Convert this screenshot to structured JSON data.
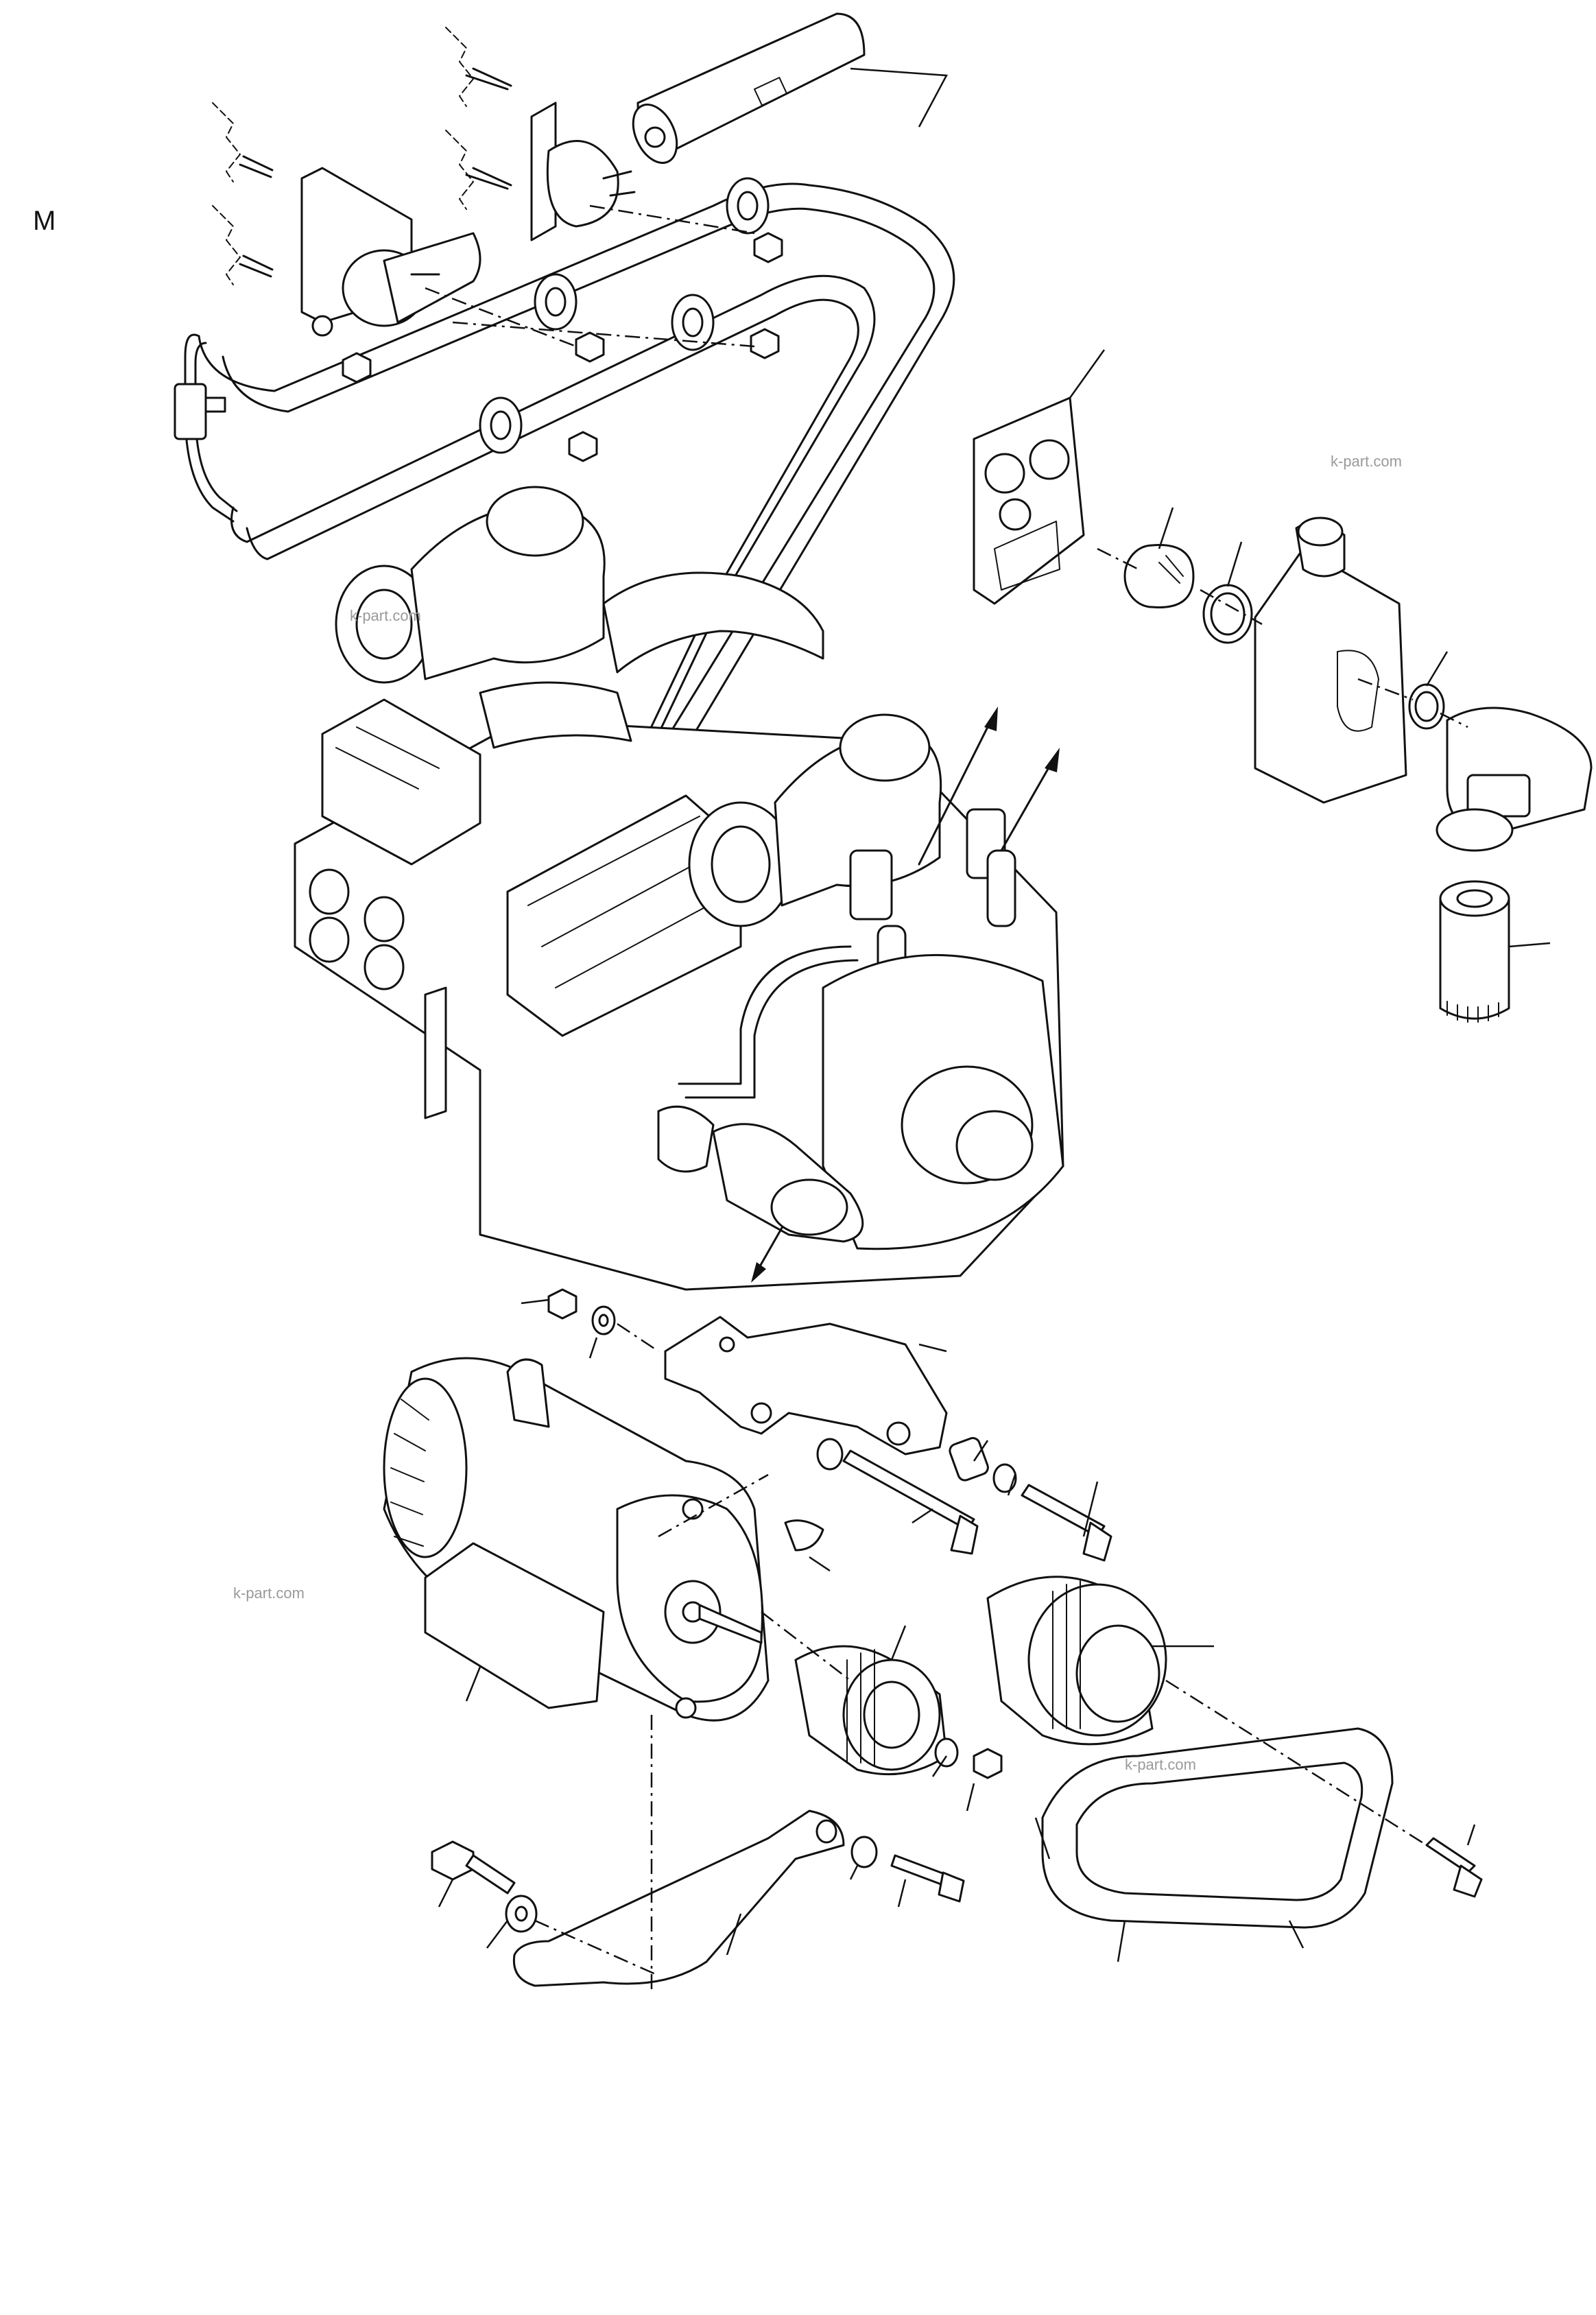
{
  "page": {
    "corner_letter": "M",
    "watermarks": [
      "k-part.com",
      "k-part.com",
      "k-part.com",
      "k-part.com"
    ]
  },
  "diagram": {
    "kind": "exploded parts view",
    "callout_labels_printed": false,
    "groups": [
      "air-filter-restriction-indicator-with-hoses-and-clamps",
      "engine-assembly",
      "thermostat-housing-group",
      "oil-filter-head-and-cartridge",
      "alternator-with-pulley-bracket-and-belt"
    ]
  }
}
